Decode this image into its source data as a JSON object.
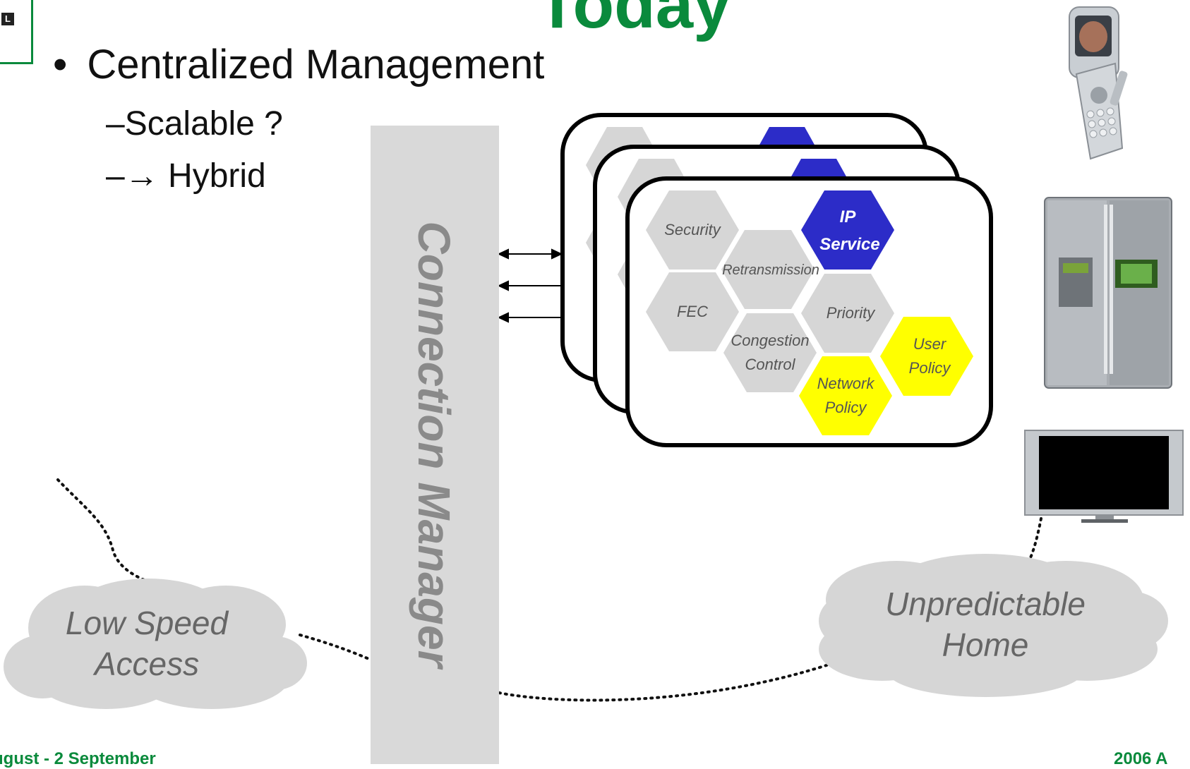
{
  "slide": {
    "title": "Today",
    "logo_letter": "L",
    "bullet": "Centralized Management",
    "subbullets": [
      "Scalable ?",
      "→ Hybrid"
    ],
    "bullet_marker": "•",
    "sub_marker": "–",
    "connection_manager": "Connection Manager",
    "footer_left": "ugust - 2 September",
    "footer_right": "2006 A"
  },
  "clouds": {
    "left": [
      "Low Speed",
      "Access"
    ],
    "right": [
      "Unpredictable",
      "Home"
    ]
  },
  "stack": {
    "hexagons": {
      "security": "Security",
      "retransmission": "Retransmission",
      "ip_service": [
        "IP",
        "Service"
      ],
      "fec": "FEC",
      "priority": "Priority",
      "congestion": [
        "Congestion",
        "Control"
      ],
      "user_policy": [
        "User",
        "Policy"
      ],
      "network_policy": [
        "Network",
        "Policy"
      ]
    }
  },
  "colors": {
    "title_green": "#0a8a3c",
    "grey_hex": "#d6d6d6",
    "blue_hex": "#2c2cc8",
    "yellow_hex": "#ffff00",
    "cloud_grey": "#d6d6d6"
  },
  "devices": [
    "phone-image",
    "refrigerator-image",
    "tv-image"
  ]
}
